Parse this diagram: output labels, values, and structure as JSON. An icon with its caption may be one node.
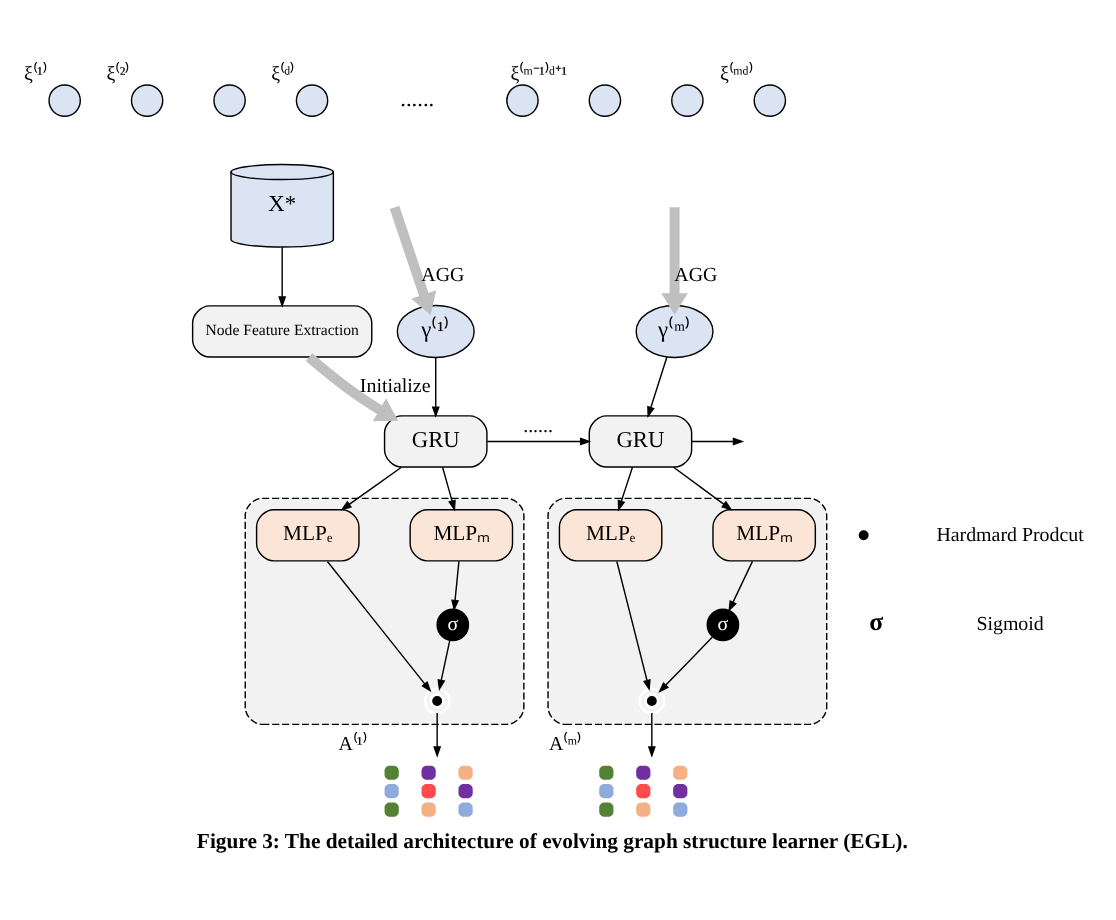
{
  "diagram": {
    "caption": "Figure 3: The detailed architecture of evolving graph structure learner (EGL).",
    "nodes": [
      {
        "text": [
          "X*"
        ]
      },
      {
        "text": [
          "Node Feature Extraction"
        ]
      },
      {
        "text": [],
        "shape": "circle",
        "beside": [
          "ξ⁽¹⁾"
        ]
      },
      {
        "text": [],
        "shape": "circle",
        "beside": [
          "ξ⁽²⁾"
        ]
      },
      {
        "text": [],
        "shape": "circle"
      },
      {
        "text": [],
        "shape": "circle",
        "beside": [
          "ξ⁽ᵈ⁾"
        ]
      },
      {
        "text": [],
        "shape": "circle",
        "beside": [
          "ξ⁽ᵐ⁻¹⁾ᵈ⁺¹"
        ]
      },
      {
        "text": [],
        "shape": "circle"
      },
      {
        "text": [],
        "shape": "circle"
      },
      {
        "text": [],
        "shape": "circle",
        "beside": [
          "ξ⁽ᵐᵈ⁾"
        ]
      },
      {
        "text": [
          "γ⁽¹⁾"
        ]
      },
      {
        "text": [
          "γ⁽ᵐ⁾"
        ]
      },
      {
        "text": [
          "GRU"
        ]
      },
      {
        "text": [
          "GRU"
        ]
      },
      {
        "text": [],
        "shape": "box"
      },
      {
        "text": [
          "MLPₑ"
        ],
        "in": 14
      },
      {
        "text": [
          "MLPₘ"
        ],
        "in": 14
      },
      {
        "text": [
          "σ"
        ],
        "in": 14
      },
      {
        "text": [],
        "shape": "circle",
        "in": 14
      },
      {
        "text": [],
        "shape": "box"
      },
      {
        "text": [
          "MLPₑ"
        ],
        "in": 19
      },
      {
        "text": [
          "MLPₘ"
        ],
        "in": 19
      },
      {
        "text": [
          "σ"
        ],
        "in": 19
      },
      {
        "text": [],
        "shape": "circle",
        "in": 19
      },
      {
        "text": [],
        "shape": "graph",
        "beside": [
          "A⁽¹⁾"
        ]
      },
      {
        "text": [],
        "shape": "graph",
        "beside": [
          "A⁽ᵐ⁾"
        ]
      }
    ],
    "edges": [
      {
        "from": 0,
        "to": 1,
        "arrow": "to"
      },
      {
        "from": null,
        "to": 10,
        "arrow": "to",
        "label": "AGG",
        "style": "thick",
        "color": "#bfbfbf"
      },
      {
        "from": null,
        "to": 11,
        "arrow": "to",
        "label": "AGG",
        "style": "thick",
        "color": "#bfbfbf"
      },
      {
        "from": 1,
        "to": 12,
        "arrow": "to",
        "label": "Initialize",
        "style": "thick",
        "color": "#bfbfbf"
      },
      {
        "from": 10,
        "to": 12,
        "arrow": "to"
      },
      {
        "from": 11,
        "to": 13,
        "arrow": "to"
      },
      {
        "from": 12,
        "to": 13,
        "arrow": "to",
        "label": "......"
      },
      {
        "from": 13,
        "to": null,
        "arrow": "to"
      },
      {
        "from": 12,
        "to": 15,
        "arrow": "to"
      },
      {
        "from": 12,
        "to": 16,
        "arrow": "to"
      },
      {
        "from": 16,
        "to": 17,
        "arrow": "to"
      },
      {
        "from": 15,
        "to": 18,
        "arrow": "to"
      },
      {
        "from": 17,
        "to": 18,
        "arrow": "to"
      },
      {
        "from": 18,
        "to": 24,
        "arrow": "to"
      },
      {
        "from": 13,
        "to": 20,
        "arrow": "to"
      },
      {
        "from": 13,
        "to": 21,
        "arrow": "to"
      },
      {
        "from": 21,
        "to": 22,
        "arrow": "to"
      },
      {
        "from": 20,
        "to": 23,
        "arrow": "to"
      },
      {
        "from": 22,
        "to": 23,
        "arrow": "to"
      },
      {
        "from": 23,
        "to": 25,
        "arrow": "to"
      }
    ],
    "labels": [
      "......",
      "σ"
    ],
    "legend": [
      {
        "text": "Hardmard Prodcut"
      },
      {
        "text": "Sigmoid"
      }
    ]
  }
}
